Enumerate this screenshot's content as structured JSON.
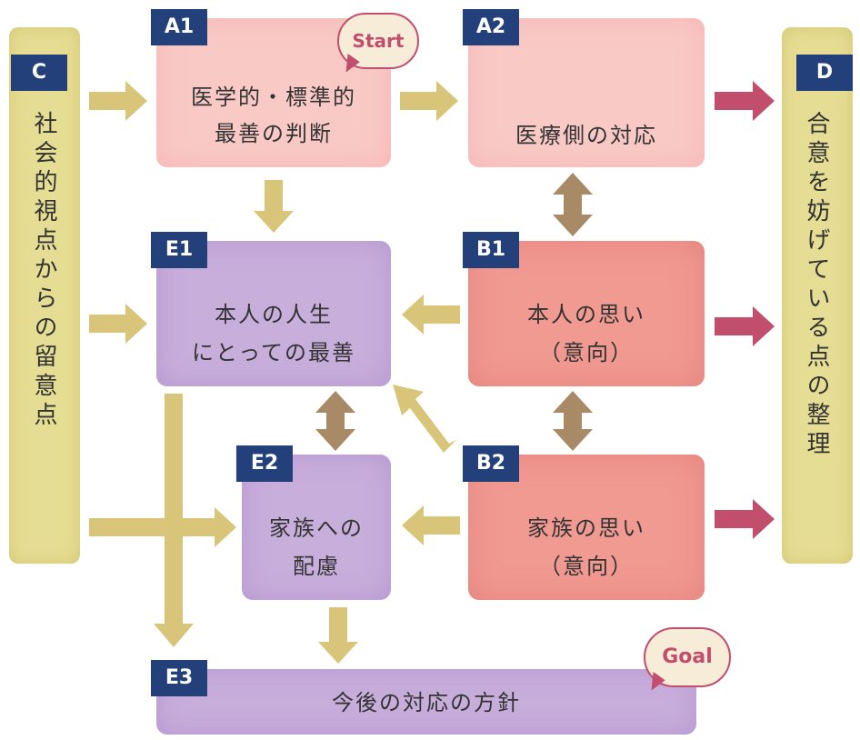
{
  "left_panel": {
    "label": "C",
    "text": "社会的視点からの留意点"
  },
  "right_panel": {
    "label": "D",
    "text": "合意を妨げている点の整理"
  },
  "boxes": {
    "a1": {
      "label": "A1",
      "line1": "医学的・標準的",
      "line2": "最善の判断"
    },
    "a2": {
      "label": "A2",
      "line1": "医療側の対応"
    },
    "e1": {
      "label": "E1",
      "line1": "本人の人生",
      "line2": "にとっての最善"
    },
    "b1": {
      "label": "B1",
      "line1": "本人の思い",
      "line2": "（意向）"
    },
    "e2": {
      "label": "E2",
      "line1": "家族への",
      "line2": "配慮"
    },
    "b2": {
      "label": "B2",
      "line1": "家族の思い",
      "line2": "（意向）"
    },
    "e3": {
      "label": "E3",
      "line1": "今後の対応の方針"
    }
  },
  "bubbles": {
    "start": "Start",
    "goal": "Goal"
  },
  "colors": {
    "tag": "#23407a",
    "arrow_gold": "#d8c57a",
    "arrow_brown": "#a88a67",
    "arrow_red": "#c24e6d"
  }
}
